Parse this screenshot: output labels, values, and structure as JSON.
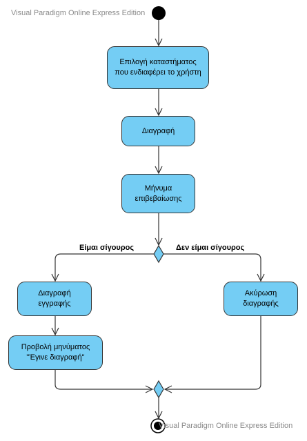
{
  "watermark": {
    "top": "Visual Paradigm Online Express Edition",
    "bottom": "Visual Paradigm Online Express Edition"
  },
  "colors": {
    "action_fill": "#74cdf4",
    "stroke": "#333333",
    "watermark": "#8a8a8a"
  },
  "activities": {
    "select_store": "Επιλογή καταστήματος\nπου ενδιαφέρει το χρήστη",
    "delete": "Διαγραφή",
    "confirm_message": "Μήνυμα\nεπιβεβαίωσης",
    "delete_record": "Διαγραφή\nεγγραφής",
    "show_message": "Προβολή μηνύματος\n\"Έγινε διαγραφή\"",
    "cancel_delete": "Ακύρωση\nδιαγραφής"
  },
  "guards": {
    "sure": "Είμαι σίγουρος",
    "not_sure": "Δεν είμαι σίγουρος"
  }
}
